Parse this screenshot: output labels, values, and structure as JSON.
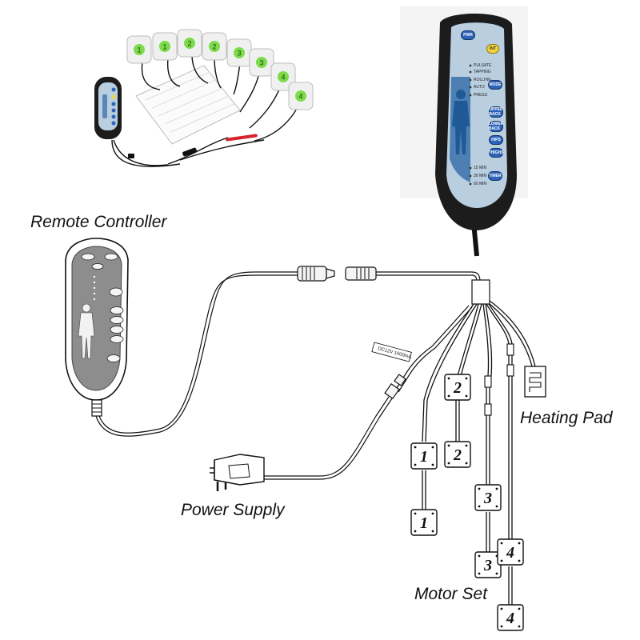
{
  "labels": {
    "remote_controller": "Remote Controller",
    "power_supply": "Power Supply",
    "heating_pad": "Heating Pad",
    "motor_set": "Motor Set",
    "adapter_tag": "DC12V 1000mA"
  },
  "remote_detail": {
    "buttons": {
      "pwr": "PWR",
      "int": "INT",
      "mode": "MODE",
      "upper_back": "UPPER BACK",
      "lower_back": "LOWER BACK",
      "hips": "HIPS",
      "thighs": "THIGHS",
      "timer": "TIMER"
    },
    "modes": [
      "PULSATE",
      "TAPPING",
      "ROLLING",
      "AUTO",
      "PRESS"
    ],
    "timer_options": [
      "15 MIN",
      "30 MIN",
      "60 MIN"
    ]
  },
  "motor_numbers": {
    "m1": "1",
    "m2": "2",
    "m3": "3",
    "m4": "4"
  },
  "thumbnail_motor_numbers": [
    "1",
    "1",
    "2",
    "2",
    "3",
    "3",
    "4",
    "4"
  ],
  "colors": {
    "remote_body": "#1c1c1c",
    "remote_face": "#b9cfe0",
    "button_blue": "#2d63b8",
    "button_yellow": "#f2d43a",
    "motor_green": "#7cdb4a"
  }
}
